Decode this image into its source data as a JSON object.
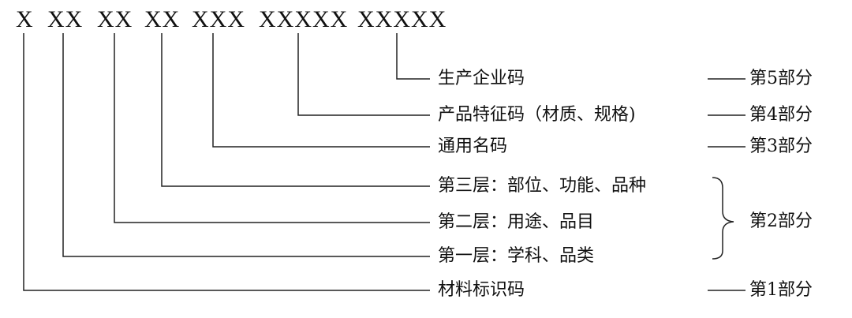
{
  "code_segments": [
    {
      "id": "seg1",
      "text": "X"
    },
    {
      "id": "seg2",
      "text": "XX"
    },
    {
      "id": "seg3",
      "text": "XX"
    },
    {
      "id": "seg4",
      "text": "XX"
    },
    {
      "id": "seg5",
      "text": "XXX"
    },
    {
      "id": "seg6",
      "text": "XXXXX"
    },
    {
      "id": "seg7",
      "text": "XXXXX"
    }
  ],
  "labels": [
    {
      "id": "l1",
      "text": "生产企业码"
    },
    {
      "id": "l2",
      "text": "产品特征码（材质、规格)"
    },
    {
      "id": "l3",
      "text": "通用名码"
    },
    {
      "id": "l4",
      "text": "第三层：部位、功能、品种"
    },
    {
      "id": "l5",
      "text": "第二层：用途、品目"
    },
    {
      "id": "l6",
      "text": "第一层：学科、品类"
    },
    {
      "id": "l7",
      "text": "材料标识码"
    }
  ],
  "parts": [
    {
      "id": "p5",
      "text": "第5部分"
    },
    {
      "id": "p4",
      "text": "第4部分"
    },
    {
      "id": "p3",
      "text": "第3部分"
    },
    {
      "id": "p2",
      "text": "第2部分"
    },
    {
      "id": "p1",
      "text": "第1部分"
    }
  ]
}
